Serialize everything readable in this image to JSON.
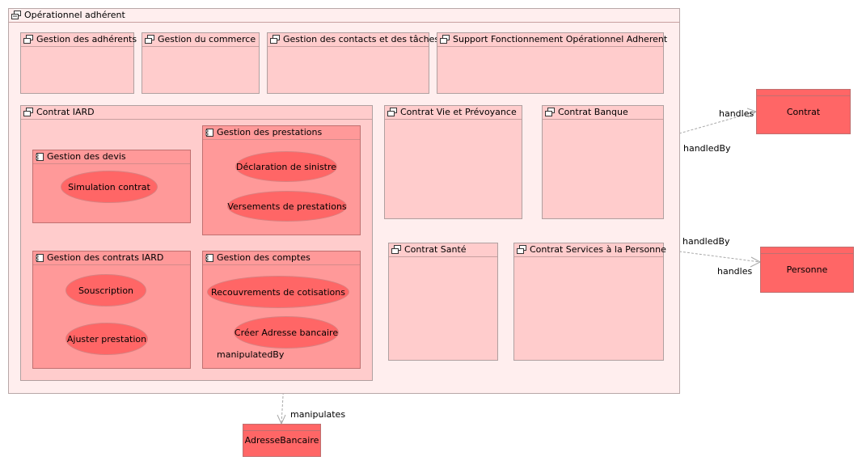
{
  "root": {
    "title": "Opérationnel adhérent"
  },
  "packages": {
    "adherents": "Gestion des adhérents",
    "commerce": "Gestion du commerce",
    "contacts": "Gestion des contacts et des tâches",
    "support": "Support Fonctionnement Opérationnel Adherent",
    "iard": "Contrat IARD",
    "vie": "Contrat Vie et Prévoyance",
    "banque": "Contrat Banque",
    "sante": "Contrat Santé",
    "services": "Contrat Services à la Personne"
  },
  "components": {
    "devis": {
      "title": "Gestion des devis",
      "usecases": [
        "Simulation contrat"
      ]
    },
    "prestations": {
      "title": "Gestion des prestations",
      "usecases": [
        "Déclaration de sinistre",
        "Versements de prestations"
      ]
    },
    "contrats": {
      "title": "Gestion des contrats IARD",
      "usecases": [
        "Souscription",
        "Ajuster prestation"
      ]
    },
    "comptes": {
      "title": "Gestion des comptes",
      "usecases": [
        "Recouvrements de cotisations",
        "Créer Adresse bancaire"
      ]
    }
  },
  "entities": {
    "contrat": "Contrat",
    "personne": "Personne",
    "adresse": "AdresseBancaire"
  },
  "relations": {
    "contrat_handles": "handles",
    "contrat_handledBy": "handledBy",
    "personne_handledBy": "handledBy",
    "personne_handles": "handles",
    "adresse_manipulatedBy": "manipulatedBy",
    "adresse_manipulates": "manipulates"
  },
  "colors": {
    "root_fill": "#ffeeee",
    "package_fill": "#ffcccc",
    "component_fill": "#ff9999",
    "element_fill": "#ff6666",
    "connector": "#a0a0a0"
  },
  "icons": {
    "package": "package-icon",
    "component": "component-icon"
  }
}
